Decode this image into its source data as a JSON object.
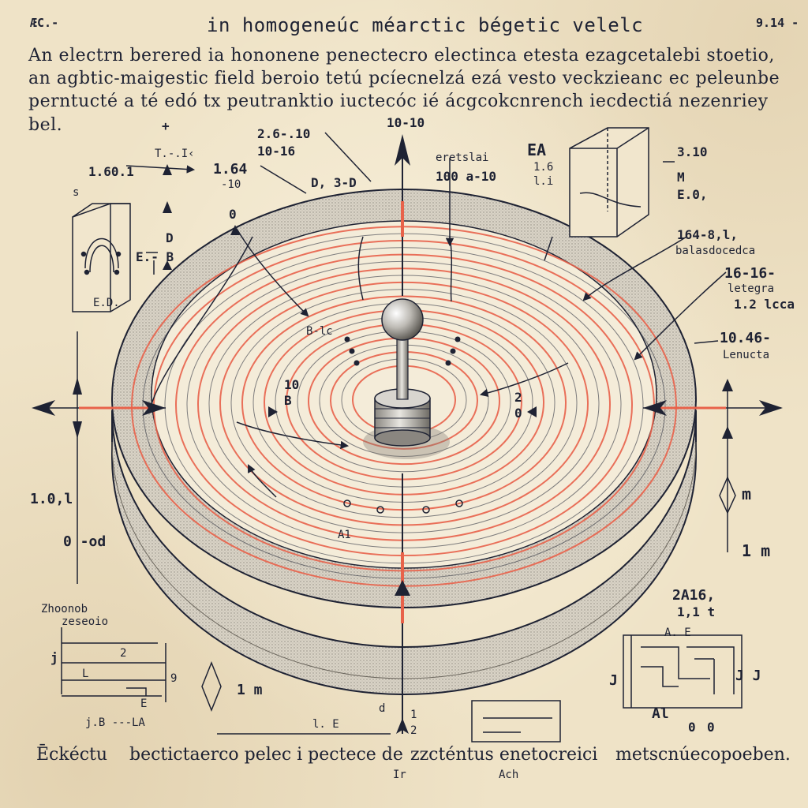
{
  "header": {
    "corner_left": "ÆC.-",
    "title": "in   homogeneúc méarctic bégetic velelc",
    "corner_right": "9.14 -"
  },
  "intro": [
    "An electrn  berered ia hononene  penectecro  electinca   etesta  ezagcetalebi  stoetio,",
    "an agbtic-maigestic  field  beroio  tetú  pcíecnelzá  ezá  vesto  veckzieanc  ec   peleunbe",
    "perntucté  a  té  edó  tx  peutranktio  iuctecóc  ié  ácgcokcnrench  iecdectiá  nezenriey",
    "bel."
  ],
  "labels": {
    "top_left_val": "1.60.1",
    "top_left_tl": "T.-.I‹",
    "top_left_s": "s",
    "top_center_val": "1.64",
    "top_center_sub": "-10",
    "plus": "+",
    "top_pair_1": "2.6-.10",
    "top_pair_2": "10-16",
    "top_ds": "D, 3-D",
    "axis_top": "10-10",
    "right_top_a": "eretslai",
    "right_top_b": "100 a-10",
    "ea": "EA",
    "ea_sub": "1.6",
    "ea_sub2": "l.i",
    "right_val_1": "3.10",
    "right_val_2": "M",
    "right_val_3": "E.0,",
    "zero_left": "0",
    "d_left": "D",
    "eb_left": "E.- B",
    "eb_small": "E.D.",
    "right_a": "164-8,l,",
    "right_b": "balasdocedca",
    "right_c": "16-16-",
    "right_d": "letegra",
    "right_e": "1.2 lcca",
    "right_f": "10.46-",
    "right_g": "Lenucta",
    "inner_bc": "B-lc",
    "inner_10": "10",
    "inner_b": "B",
    "inner_2": "2",
    "inner_0": "0",
    "inner_a": "A1",
    "left_axis_val": "1.0,l",
    "left_axis_sub": "0  -od",
    "m_right": "m",
    "m_right2": "1 m",
    "m_bottom": "1 m",
    "zero_bottom": "0",
    "bl_1": "Zhoonob",
    "bl_2": "zeseoio",
    "bl_3": "j.B  ---LA",
    "bl_j": "j",
    "bl_l": "L",
    "bl_2b": "2",
    "bl_9": "9",
    "bl_e": "E",
    "br_1": "2A16,",
    "br_2": "1,1 t",
    "br_j1": "J",
    "br_j2": "J J",
    "br_a": "Al",
    "br_0": "0",
    "br_ae": "A. E",
    "bc_le": "l. E",
    "bc_d": "d",
    "bc_2": "2",
    "bc_frac": "1",
    "bc_ir": "Ir",
    "bc_ach": "Ach"
  },
  "footer": {
    "left": "Ēckéctu",
    "middle": "bectictaerco  pelec  i  pectece  de",
    "mid2": "zzcténtus  enetocreici",
    "right": "metscnúecopoeben."
  },
  "colors": {
    "paper": "#efe3c7",
    "ink": "#1e2233",
    "field_red": "#e8624a",
    "disc_shade": "#c9c3b6"
  }
}
